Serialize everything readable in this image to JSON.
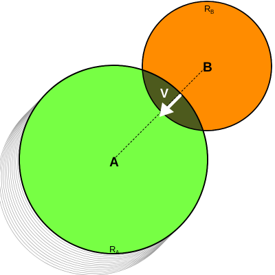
{
  "diagram": {
    "colors": {
      "circle_a_fill": "#77ff44",
      "circle_b_fill": "#ff8c00",
      "overlap_fill": "#4d5a1d",
      "outline": "#000000",
      "trail": "#9a9a9a",
      "velocity_arrow": "#ffffff"
    },
    "labels": {
      "a": "A",
      "b": "B",
      "r_a_main": "R",
      "r_a_sub": "A",
      "r_b_main": "R",
      "r_b_sub": "B",
      "v": "V"
    }
  }
}
